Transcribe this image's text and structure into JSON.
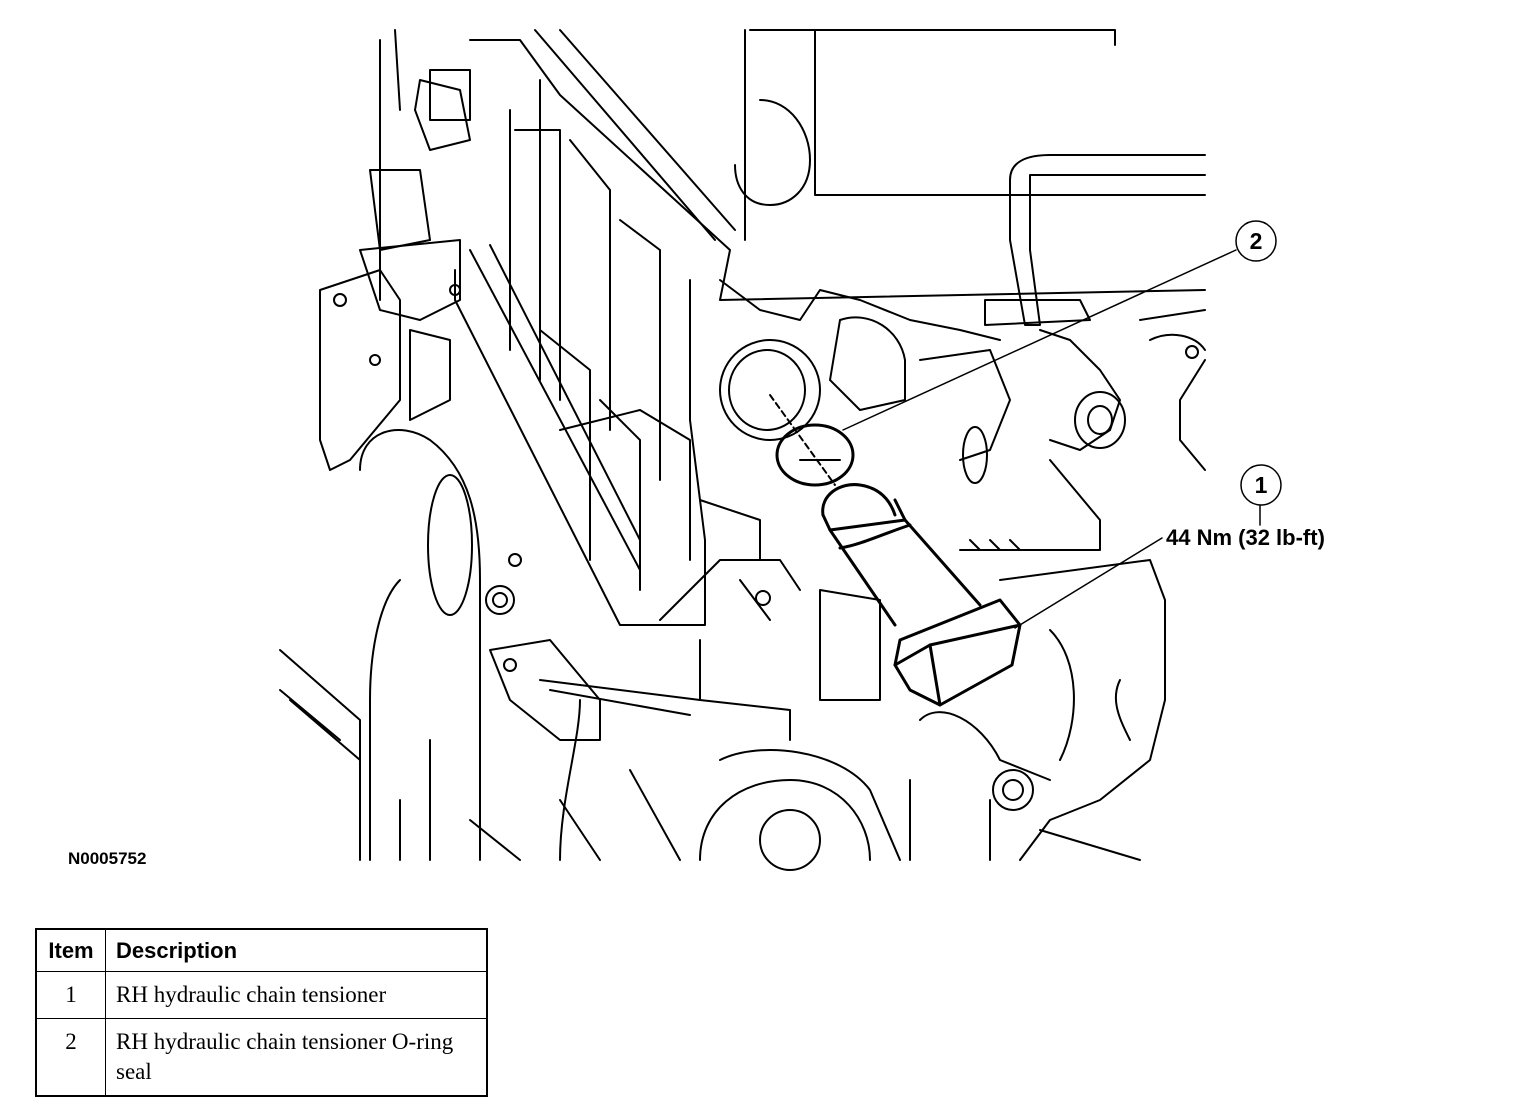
{
  "figure": {
    "id": "N0005752",
    "torque_spec": "44 Nm (32 lb-ft)",
    "callouts": [
      {
        "number": "1",
        "label": "1"
      },
      {
        "number": "2",
        "label": "2"
      }
    ]
  },
  "legend": {
    "headers": {
      "item": "Item",
      "description": "Description"
    },
    "rows": [
      {
        "item": "1",
        "description": "RH hydraulic chain tensioner"
      },
      {
        "item": "2",
        "description": "RH hydraulic chain tensioner O-ring seal"
      }
    ]
  }
}
